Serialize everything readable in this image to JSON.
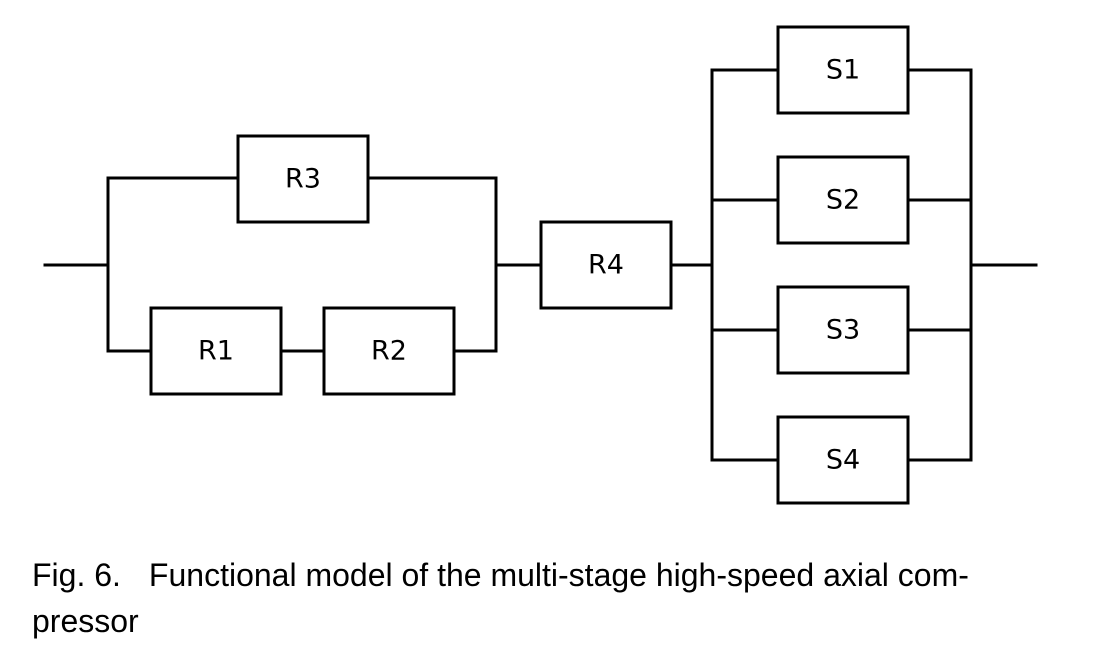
{
  "diagram": {
    "blocks": {
      "r1": "R1",
      "r2": "R2",
      "r3": "R3",
      "r4": "R4",
      "s1": "S1",
      "s2": "S2",
      "s3": "S3",
      "s4": "S4"
    }
  },
  "caption": {
    "number": "Fig. 6.",
    "line1": "Functional model of the multi-stage high-speed axial com-",
    "line2": "pressor"
  }
}
